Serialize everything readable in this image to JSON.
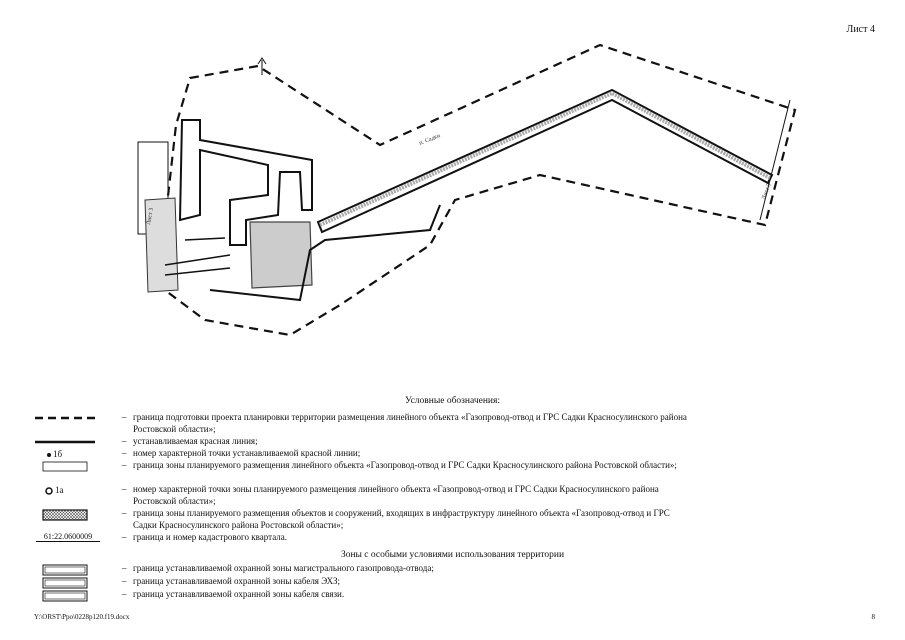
{
  "header": {
    "sheet": "Лист 4"
  },
  "legend": {
    "title": "Условные обозначения:",
    "items": [
      {
        "symbol": "dashed-line",
        "label": "",
        "text": "граница подготовки проекта планировки территории размещения линейного объекта «Газопровод-отвод и ГРС Садки Красносулинского района Ростовской области»;"
      },
      {
        "symbol": "red-line",
        "label": "",
        "text": "устанавливаемая красная линия;"
      },
      {
        "symbol": "point",
        "label": "1б",
        "text": "номер характерной точки устанавливаемой красной линии;"
      },
      {
        "symbol": "rect",
        "label": "",
        "text": "граница зоны планируемого размещения линейного объекта «Газопровод-отвод и ГРС Садки Красносулинского района Ростовской области»;"
      },
      {
        "symbol": "circle",
        "label": "1а",
        "text": "номер характерной точки зоны планируемого размещения линейного объекта «Газопровод-отвод и ГРС Садки Красносулинского района Ростовской области»;"
      },
      {
        "symbol": "hatched-rect",
        "label": "",
        "text": "граница зоны планируемого размещения объектов и сооружений, входящих в инфраструктуру линейного объекта «Газопровод-отвод и ГРС Садки Красносулинского района Ростовской области»;"
      },
      {
        "symbol": "cadastral",
        "label": "61:22.0600009",
        "text": "граница и номер кадастрового квартала."
      }
    ],
    "zones_title": "Зоны с особыми условиями использования территории",
    "zones": [
      {
        "symbol": "double-rect",
        "text": "граница устанавливаемой охранной зоны магистрального газопровода-отвода;"
      },
      {
        "symbol": "double-rect",
        "text": "граница устанавливаемой охранной зоны кабеля ЭХЗ;"
      },
      {
        "symbol": "double-rect",
        "text": "граница устанавливаемой охранной зоны кабеля связи."
      }
    ],
    "dash_char": "–"
  },
  "plan": {
    "road_label": "п. Садки",
    "scale_left": "Лист 3",
    "scale_right": "Лист 5"
  },
  "footer": {
    "path": "Y:\\ORST\\Ppo\\0228p120.f19.docx",
    "page": "8"
  }
}
